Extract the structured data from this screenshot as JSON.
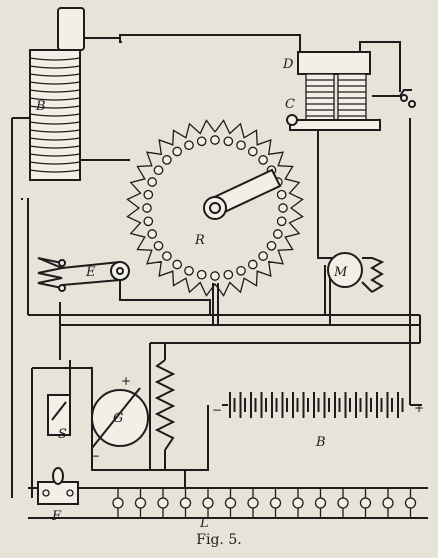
{
  "figure": {
    "caption": "Fig. 5."
  },
  "labels": {
    "B_coil": "B",
    "D": "D",
    "C": "C",
    "R": "R",
    "E": "E",
    "M": "M",
    "G_motor": "G",
    "S": "S",
    "F": "F",
    "B_battery": "B",
    "L": "L",
    "battery_minus": "−",
    "battery_plus": "+",
    "gen_plus": "+",
    "gen_minus": "−"
  }
}
